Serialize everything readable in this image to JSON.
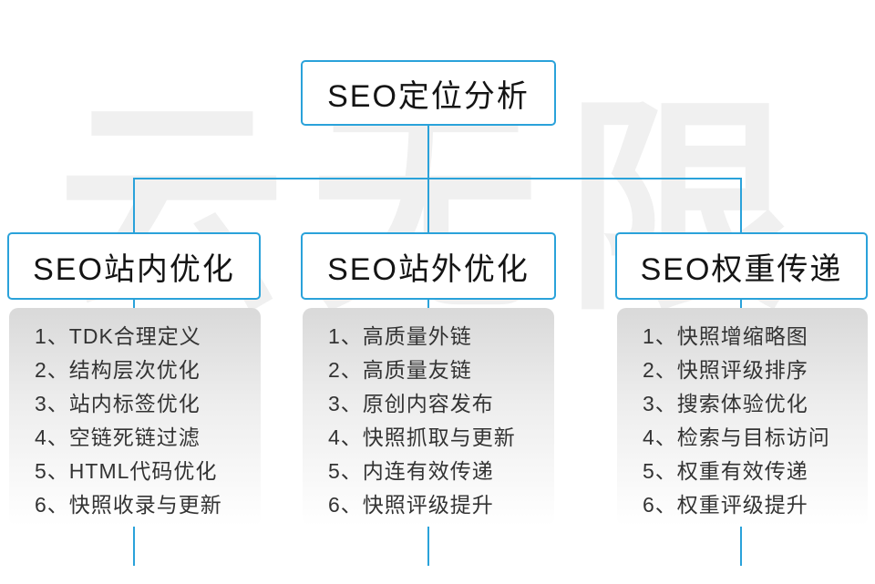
{
  "diagram": {
    "watermark": "云无限",
    "root": {
      "title": "SEO定位分析"
    },
    "columns": [
      {
        "title": "SEO站内优化",
        "items": [
          "1、TDK合理定义",
          "2、结构层次优化",
          "3、站内标签优化",
          "4、空链死链过滤",
          "5、HTML代码优化",
          "6、快照收录与更新"
        ]
      },
      {
        "title": "SEO站外优化",
        "items": [
          "1、高质量外链",
          "2、高质量友链",
          "3、原创内容发布",
          "4、快照抓取与更新",
          "5、内连有效传递",
          "6、快照评级提升"
        ]
      },
      {
        "title": "SEO权重传递",
        "items": [
          "1、快照增缩略图",
          "2、快照评级排序",
          "3、搜索体验优化",
          "4、检索与目标访问",
          "5、权重有效传递",
          "6、权重评级提升"
        ]
      }
    ],
    "colors": {
      "connector_blue": "#2aa2da",
      "panel_gray_top": "#d9d9d9",
      "list_text": "#333333",
      "watermark_gray": "#f0f0f0"
    }
  }
}
